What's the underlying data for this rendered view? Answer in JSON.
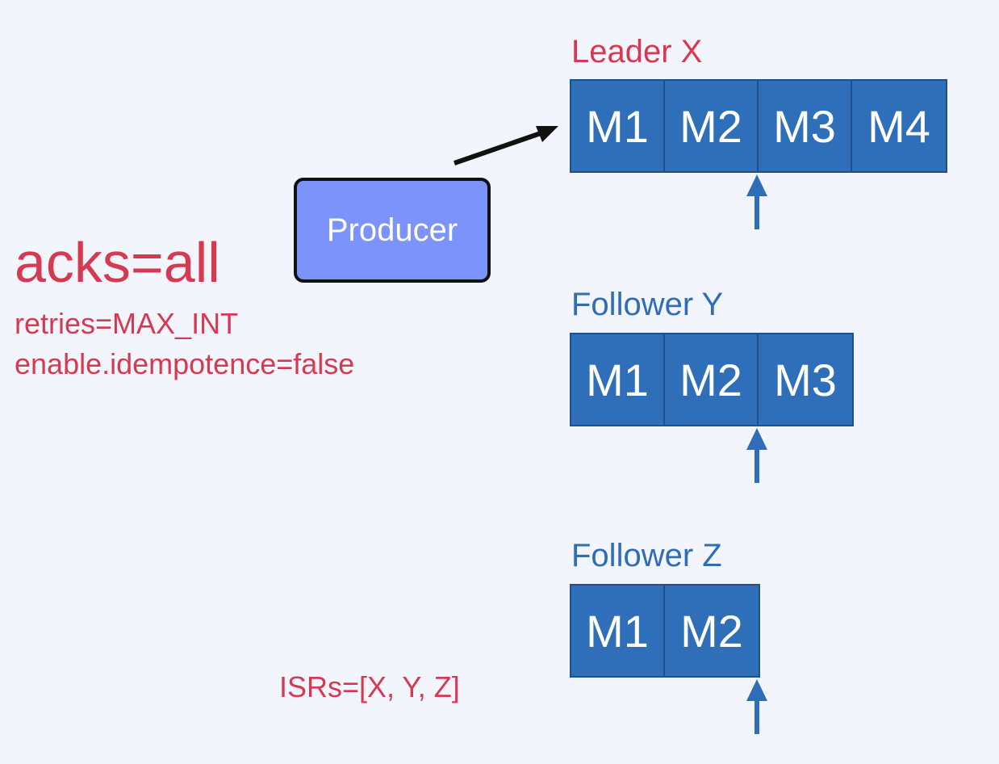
{
  "config": {
    "acks": "acks=all",
    "retries": "retries=MAX_INT",
    "idempotence": "enable.idempotence=false"
  },
  "producer": {
    "label": "Producer"
  },
  "isr": {
    "label": "ISRs=[X, Y, Z]"
  },
  "brokers": {
    "leader": {
      "label": "Leader X",
      "messages": [
        "M1",
        "M2",
        "M3",
        "M4"
      ]
    },
    "follower_y": {
      "label": "Follower Y",
      "messages": [
        "M1",
        "M2",
        "M3"
      ]
    },
    "follower_z": {
      "label": "Follower Z",
      "messages": [
        "M1",
        "M2"
      ]
    }
  },
  "colors": {
    "background": "#f2f5fc",
    "config_text": "#d63a52",
    "leader_label": "#d63a52",
    "follower_label": "#2f6db8",
    "cell_fill": "#2f6fba",
    "producer_fill": "#7b93fb",
    "arrow_blue": "#2f6db8"
  }
}
